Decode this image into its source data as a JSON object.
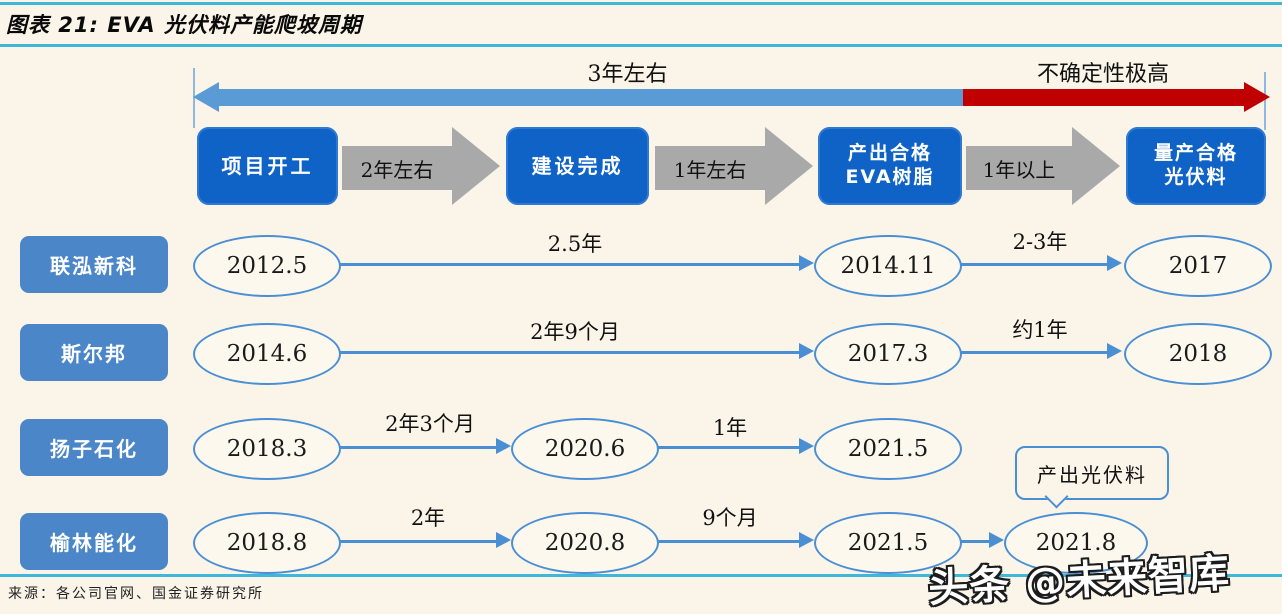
{
  "title": "图表 21: EVA 光伏料产能爬坡周期",
  "timeline": {
    "duration_label": "3年左右",
    "uncertainty_label": "不确定性极高"
  },
  "process": {
    "step1": "项目开工",
    "gap1": "2年左右",
    "step2": "建设完成",
    "gap2": "1年左右",
    "step3_line1": "产出合格",
    "step3_line2": "EVA树脂",
    "gap3": "1年以上",
    "step4_line1": "量产合格",
    "step4_line2": "光伏料"
  },
  "rows": [
    {
      "company": "联泓新科",
      "m1": "2012.5",
      "d1": "2.5年",
      "m2": "2014.11",
      "d2": "2-3年",
      "m3": "2017"
    },
    {
      "company": "斯尔邦",
      "m1": "2014.6",
      "d1": "2年9个月",
      "m2": "2017.3",
      "d2": "约1年",
      "m3": "2018"
    },
    {
      "company": "扬子石化",
      "m1": "2018.3",
      "d1": "2年3个月",
      "m2": "2020.6",
      "d2": "1年",
      "m3": "2021.5"
    },
    {
      "company": "榆林能化",
      "m1": "2018.8",
      "d1": "2年",
      "m2": "2020.8",
      "d2": "9个月",
      "m3": "2021.5",
      "m4": "2021.8"
    }
  ],
  "callout": {
    "label": "产出光伏料"
  },
  "footer": {
    "source": "来源：各公司官网、国金证券研究所",
    "watermark": "头条 @未来智库"
  },
  "colors": {
    "background": "#fbf4e9",
    "cyan_rule": "#3eb7d9",
    "process_box_blue": "#0f62c6",
    "company_box_blue": "#4a86c8",
    "timeline_blue": "#5b9bd5",
    "timeline_red": "#c00000",
    "connector_blue": "#4a8fd3",
    "gray_arrow": "#a9a9a9"
  }
}
